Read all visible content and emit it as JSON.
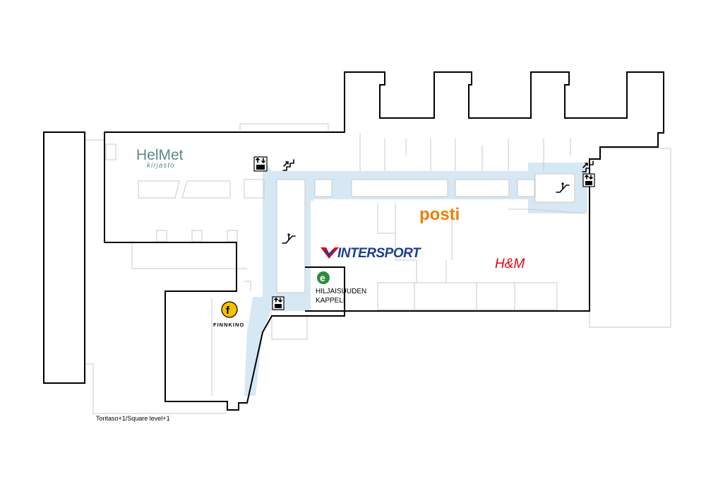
{
  "floor_label": "Toritaso+1/Square level+1",
  "tenants": {
    "helmet": {
      "name": "HelMet",
      "sub": "kirjasto",
      "color": "#5a8a8a"
    },
    "posti": {
      "name": "posti",
      "color": "#f07d00"
    },
    "intersport": {
      "name": "INTERSPORT",
      "color": "#1c3f94",
      "accent": "#e30613"
    },
    "hm": {
      "name": "H&M",
      "color": "#e50010"
    },
    "kappeli": {
      "line1": "HILJAISUUDEN",
      "line2": "KAPPELI",
      "logo_letter": "e",
      "color": "#2e8b3e"
    },
    "finnkino": {
      "name": "FINNKINO",
      "logo_letter": "f",
      "color": "#f2c200"
    }
  },
  "facility_icons": [
    "elevator-icon",
    "stairs-icon",
    "escalator-icon"
  ],
  "colors": {
    "corridor": "#d6e8f4",
    "outline": "#000000"
  }
}
